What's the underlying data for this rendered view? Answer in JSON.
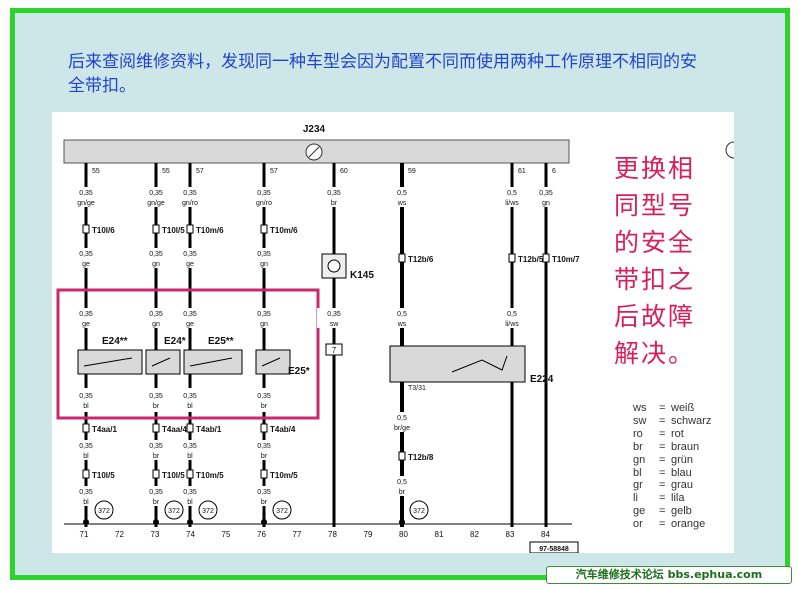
{
  "heading": "后来查阅维修资料，发现同一种车型会因为配置不同而使用两种工作原理不相同的安全带扣。",
  "annotation": {
    "lines": [
      "更换相",
      "同型号",
      "的安全",
      "带扣之",
      "后故障",
      "解决。"
    ]
  },
  "schematic": {
    "control_unit": "J234",
    "top_pins": [
      "55",
      "55",
      "57",
      "57",
      "60",
      "59",
      "61",
      "6"
    ],
    "wires_top": [
      {
        "gauge": "0,35",
        "color": "gn/ge"
      },
      {
        "gauge": "0,35",
        "color": "gn/ge"
      },
      {
        "gauge": "0,35",
        "color": "gn/ro"
      },
      {
        "gauge": "0,35",
        "color": "gn/ro"
      },
      {
        "gauge": "0,35",
        "color": "br"
      },
      {
        "gauge": "0,5",
        "color": "ws"
      },
      {
        "gauge": "0,5",
        "color": "li/ws"
      },
      {
        "gauge": "0,35",
        "color": "gn"
      }
    ],
    "connectors_row1": [
      "T10l/6",
      "T10l/5",
      "T10m/6",
      "T10m/6"
    ],
    "connector_right_pair": [
      "T12b/6",
      "T12b/5",
      "T10m/7"
    ],
    "component_k": "K145",
    "components": [
      "E24**",
      "E24*",
      "E25**",
      "E25*",
      "E224"
    ],
    "mid_labels": [
      {
        "gauge": "0,35",
        "color": "ge"
      },
      {
        "gauge": "0,35",
        "color": "gn"
      },
      {
        "gauge": "0,35",
        "color": "ge"
      },
      {
        "gauge": "0,35",
        "color": "gn"
      },
      {
        "gauge": "0,35",
        "color": "sw"
      },
      {
        "gauge": "0,5",
        "color": "ws"
      },
      {
        "gauge": "0,5",
        "color": "li/ws"
      }
    ],
    "bottom_labels": [
      {
        "gauge": "0,35",
        "color": "bl"
      },
      {
        "gauge": "0,35",
        "color": "br"
      },
      {
        "gauge": "0,35",
        "color": "bl"
      },
      {
        "gauge": "0,35",
        "color": "br"
      }
    ],
    "connectors_row3": [
      "T4aa/1",
      "T4aa/4",
      "T4ab/1",
      "T4ab/4"
    ],
    "connectors_row4": [
      "T10l/5",
      "T10l/5",
      "T10m/5",
      "T10m/5"
    ],
    "e224_connector": "T3/31",
    "e224_wire": {
      "gauge": "0,5",
      "color": "br/ge"
    },
    "t12b": "T12b/8",
    "t12b_wire": {
      "gauge": "0,5",
      "color": "br"
    },
    "ground_ref": "372",
    "sw_box": "7",
    "bottom_numbers": [
      "71",
      "72",
      "73",
      "74",
      "75",
      "76",
      "77",
      "78",
      "79",
      "80",
      "81",
      "82",
      "83",
      "84"
    ],
    "ref_code": "97-58848"
  },
  "legend": [
    {
      "code": "ws",
      "name": "weiß"
    },
    {
      "code": "sw",
      "name": "schwarz"
    },
    {
      "code": "ro",
      "name": "rot"
    },
    {
      "code": "br",
      "name": "braun"
    },
    {
      "code": "gn",
      "name": "grün"
    },
    {
      "code": "bl",
      "name": "blau"
    },
    {
      "code": "gr",
      "name": "grau"
    },
    {
      "code": "li",
      "name": "lila"
    },
    {
      "code": "ge",
      "name": "gelb"
    },
    {
      "code": "or",
      "name": "orange"
    }
  ],
  "watermark": "汽车维修技术论坛 bbs.ephua.com",
  "colors": {
    "frame_border": "#2bd32b",
    "background": "#cde7e9",
    "heading": "#2244cc",
    "annotation": "#d81e5b",
    "highlight_box": "#c8286e"
  }
}
